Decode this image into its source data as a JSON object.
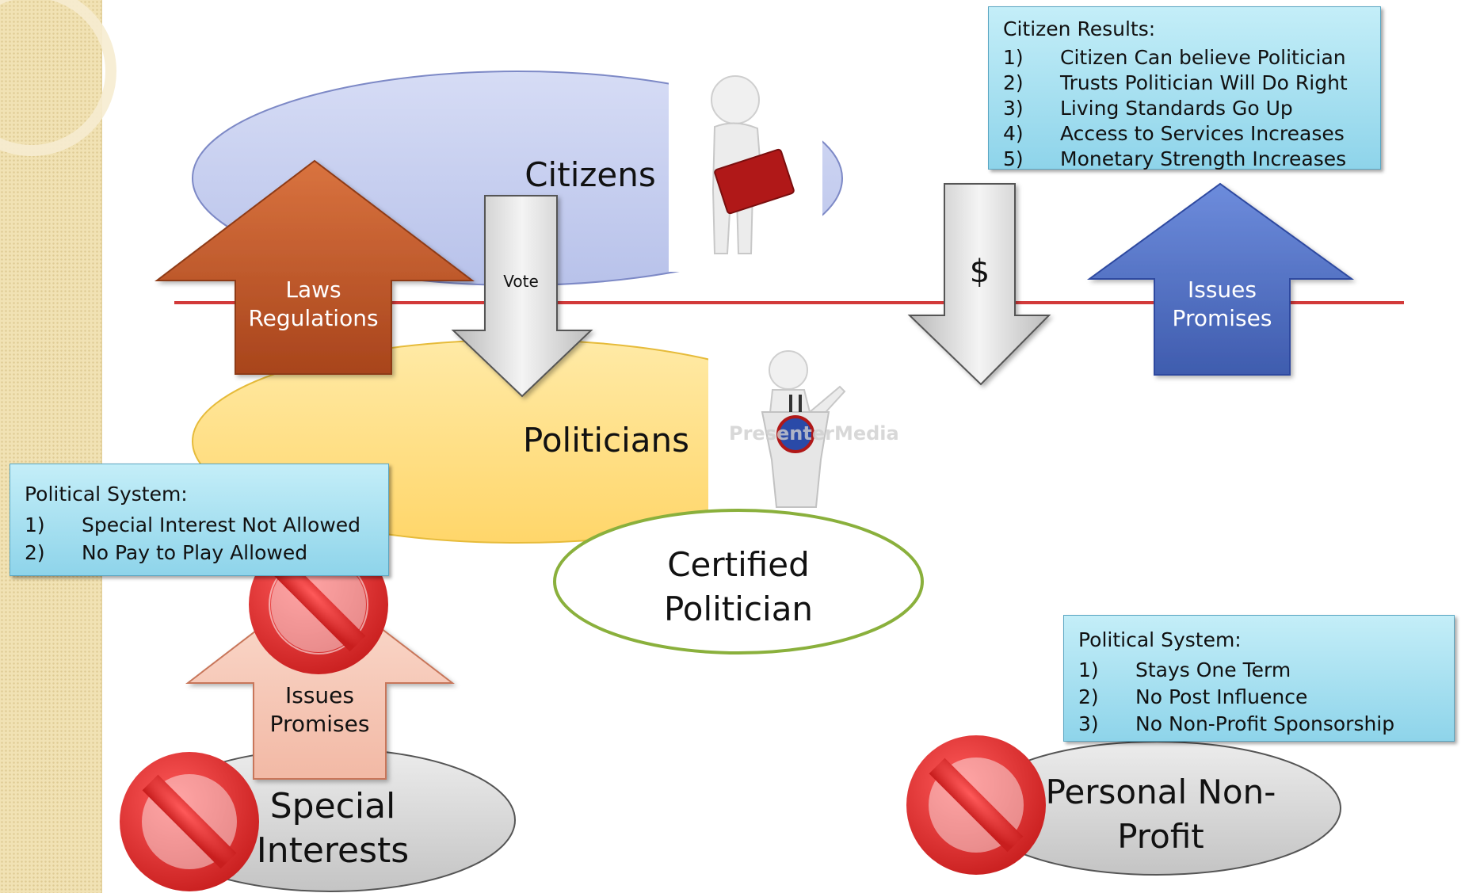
{
  "nodes": {
    "citizens": "Citizens",
    "politicians": "Politicians",
    "certified_line1": "Certified",
    "certified_line2": "Politician",
    "special_line1": "Special",
    "special_line2": "Interests",
    "nonprofit_line1": "Personal Non-",
    "nonprofit_line2": "Profit"
  },
  "arrows": {
    "laws_line1": "Laws",
    "laws_line2": "Regulations",
    "vote": "Vote",
    "money": "$",
    "issues_line1": "Issues",
    "issues_line2": "Promises",
    "special_issues_line1": "Issues",
    "special_issues_line2": "Promises"
  },
  "watermark": "PresenterMedia",
  "boxes": {
    "citizen_results": {
      "title": "Citizen Results:",
      "items": [
        {
          "num": "1)",
          "text": "Citizen Can believe Politician"
        },
        {
          "num": "2)",
          "text": "Trusts Politician Will Do Right"
        },
        {
          "num": "3)",
          "text": "Living Standards Go Up"
        },
        {
          "num": "4)",
          "text": "Access to Services Increases"
        },
        {
          "num": "5)",
          "text": "Monetary Strength Increases"
        }
      ]
    },
    "political_left": {
      "title": "Political System:",
      "items": [
        {
          "num": "1)",
          "text": "Special Interest Not Allowed"
        },
        {
          "num": "2)",
          "text": "No Pay to Play Allowed"
        }
      ]
    },
    "political_right": {
      "title": "Political System:",
      "items": [
        {
          "num": "1)",
          "text": "Stays One Term"
        },
        {
          "num": "2)",
          "text": "No Post Influence"
        },
        {
          "num": "3)",
          "text": "No Non-Profit Sponsorship"
        }
      ]
    }
  },
  "colors": {
    "citizens_fill": "#c8cff0",
    "politicians_fill": "#ffe590",
    "laws_arrow": "#c0552a",
    "issues_arrow": "#4f6fc4",
    "special_arrow": "#f5c8b8",
    "divider": "#d23a3a",
    "no_sign": "#e03030",
    "box_fill": "#a8e2f2"
  }
}
